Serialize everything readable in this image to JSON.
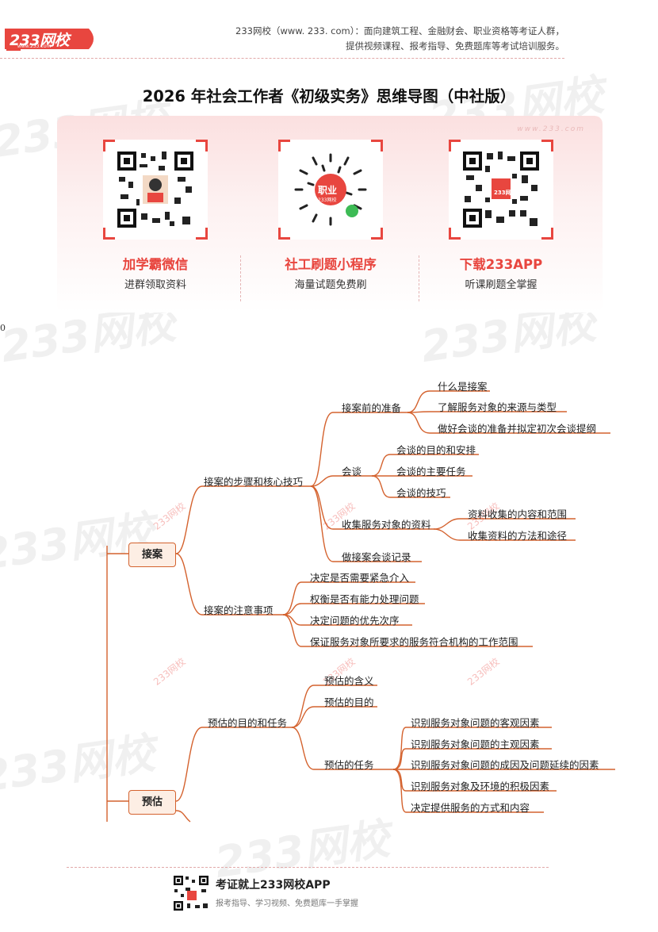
{
  "header": {
    "logo_text": "233网校",
    "logo_sub": "www.233.com",
    "desc_line1": "233网校（www. 233. com）：面向建筑工程、金融财会、职业资格等考证人群，",
    "desc_line2": "提供视频课程、报考指导、免费题库等考试培训服务。"
  },
  "title": "2026 年社会工作者《初级实务》思维导图（中社版）",
  "stray_text": "0",
  "banner": {
    "watermark": "www.233.com",
    "items": [
      {
        "title": "加学霸微信",
        "subtitle": "进群领取资料"
      },
      {
        "title": "社工刷题小程序",
        "subtitle": "海量试题免费刷",
        "badge": "职业",
        "badge_sub": "233网校"
      },
      {
        "title": "下载233APP",
        "subtitle": "听课刷题全掌握",
        "badge": "233网校"
      }
    ]
  },
  "watermarks": {
    "big": "233网校",
    "small": "www.233.com",
    "diagonal": "233网校"
  },
  "mindmap": {
    "roots": [
      "接案",
      "预估"
    ],
    "jiean": {
      "branch1": "接案的步骤和核心技巧",
      "branch1_children": [
        {
          "label": "接案前的准备",
          "children": [
            "什么是接案",
            "了解服务对象的来源与类型",
            "做好会谈的准备并拟定初次会谈提纲"
          ]
        },
        {
          "label": "会谈",
          "children": [
            "会谈的目的和安排",
            "会谈的主要任务",
            "会谈的技巧"
          ]
        },
        {
          "label": "收集服务对象的资料",
          "children": [
            "资料收集的内容和范围",
            "收集资料的方法和途径"
          ]
        },
        {
          "label": "做接案会谈记录",
          "children": []
        }
      ],
      "branch2": "接案的注意事项",
      "branch2_children": [
        "决定是否需要紧急介入",
        "权衡是否有能力处理问题",
        "决定问题的优先次序",
        "保证服务对象所要求的服务符合机构的工作范围"
      ]
    },
    "yugu": {
      "branch1": "预估的目的和任务",
      "branch1_children": [
        {
          "label": "预估的含义",
          "children": []
        },
        {
          "label": "预估的目的",
          "children": []
        },
        {
          "label": "预估的任务",
          "children": [
            "识别服务对象问题的客观因素",
            "识别服务对象问题的主观因素",
            "识别服务对象问题的成因及问题延续的因素",
            "识别服务对象及环境的积极因素",
            "决定提供服务的方式和内容"
          ]
        }
      ]
    }
  },
  "footer": {
    "title": "考证就上233网校APP",
    "subtitle": "报考指导、学习视频、免费题库一手掌握"
  },
  "colors": {
    "accent": "#e8463f",
    "line": "#d4622e",
    "root_fill": "#fdeee4"
  }
}
